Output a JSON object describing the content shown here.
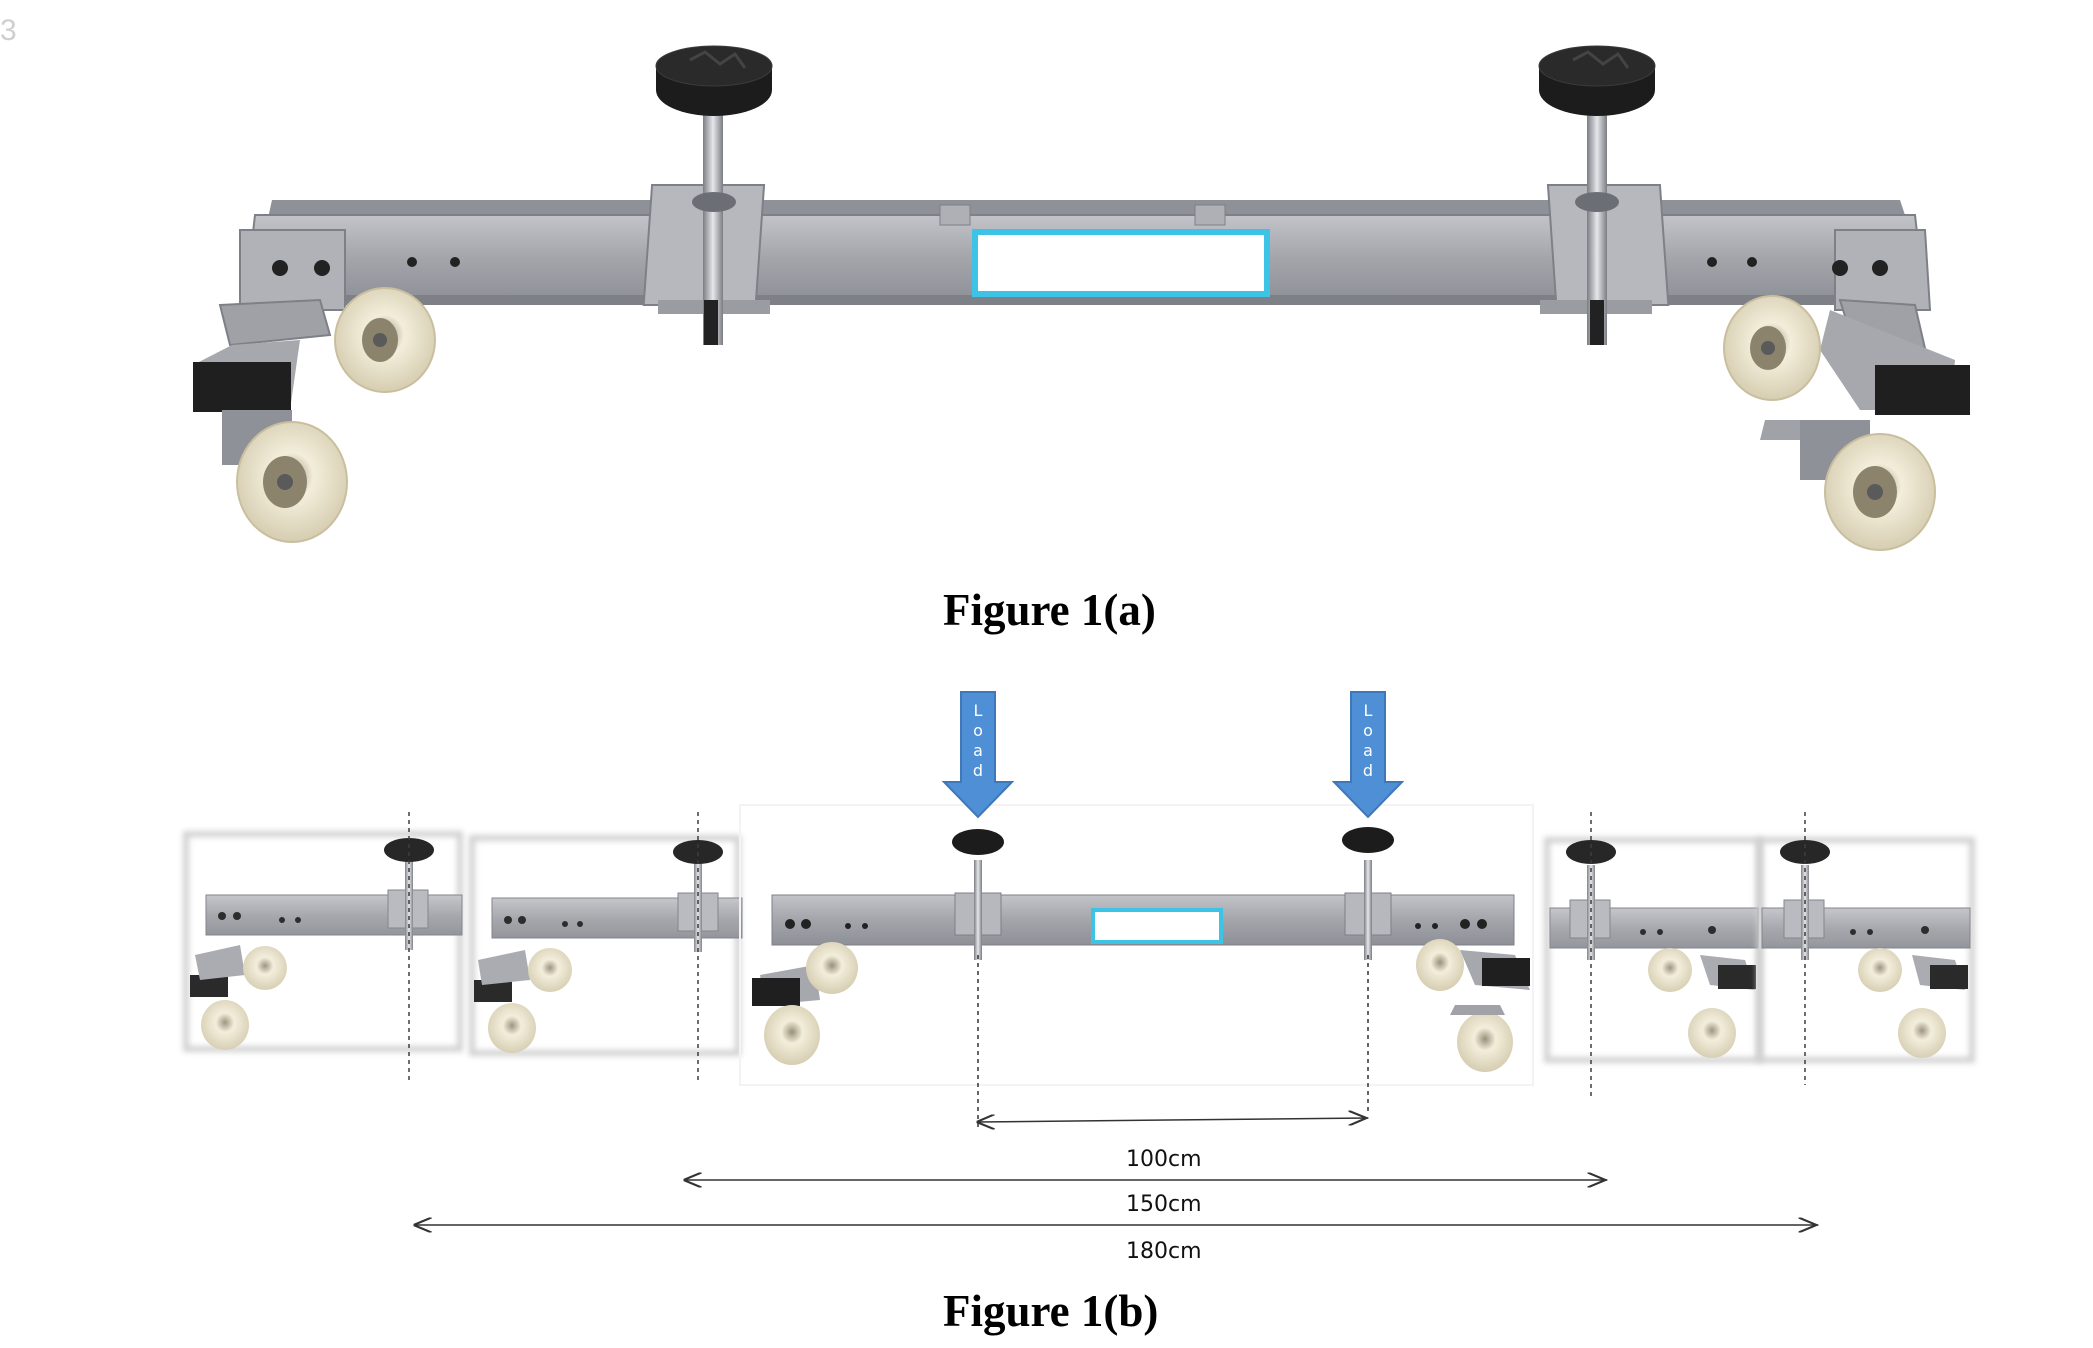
{
  "page_number": "3",
  "figures": {
    "a": {
      "caption": "Figure 1(a)"
    },
    "b": {
      "caption": "Figure 1(b)",
      "load_labels": [
        "Load",
        "Load"
      ],
      "dimensions": [
        "100cm",
        "150cm",
        "180cm"
      ]
    }
  },
  "colors": {
    "frame": "#a3a5ab",
    "frame_dark": "#7d8087",
    "foot": "#1f1f1f",
    "wheel": "#ece6cf",
    "highlight_box": "#3cc3e6",
    "load_arrow": "#4f8fd6"
  }
}
